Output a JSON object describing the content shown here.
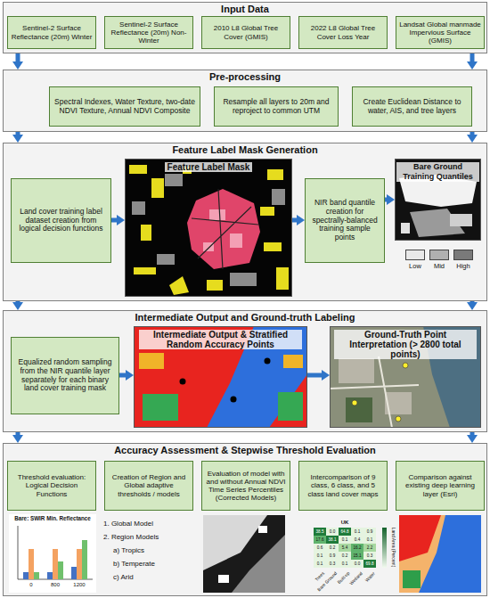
{
  "diagram": {
    "nodes": [
      {
        "text": [
          "Input Data"
        ]
      },
      {
        "text": [
          "Sentinel-2 Surface Reflectance (20m) Winter"
        ],
        "in": 0
      },
      {
        "text": [
          "Sentinel-2 Surface Reflectance (20m) Non-Winter"
        ],
        "in": 0
      },
      {
        "text": [
          "2010 L8 Global Tree Cover (GMIS)"
        ],
        "in": 0
      },
      {
        "text": [
          "2022 L8 Global Tree Cover Loss Year"
        ],
        "in": 0
      },
      {
        "text": [
          "Landsat Global manmade Impervious Surface (GMIS)"
        ],
        "in": 0
      },
      {
        "text": [
          "Pre-processing"
        ]
      },
      {
        "text": [
          "Spectral Indexes, Water Texture, two-date NDVI Texture, Annual NDVI Composite"
        ],
        "in": 6
      },
      {
        "text": [
          "Resample all layers to 20m and reproject to common UTM"
        ],
        "in": 6
      },
      {
        "text": [
          "Create Euclidean Distance to water, AIS, and tree layers"
        ],
        "in": 6
      },
      {
        "text": [
          "Feature Label Mask Generation"
        ]
      },
      {
        "text": [
          "Land cover training label dataset creation from logical decision functions"
        ],
        "in": 10
      },
      {
        "text": [
          "Feature Label Mask"
        ],
        "in": 10
      },
      {
        "text": [
          "NIR band quantile creation for spectrally-balanced training sample points"
        ],
        "in": 10
      },
      {
        "text": [
          "Bare Ground Training Quantiles"
        ],
        "in": 10
      },
      {
        "text": [
          "Intermediate Output and Ground-truth Labeling"
        ]
      },
      {
        "text": [
          "Equalized random sampling from the NIR quantile layer separately for each binary land cover training mask"
        ],
        "in": 15
      },
      {
        "text": [
          "Intermediate Output & Stratified Random Accuracy Points"
        ],
        "in": 15
      },
      {
        "text": [
          "Ground-Truth Point Interpretation (> 2800 total points)"
        ],
        "in": 15
      },
      {
        "text": [
          "Accuracy Assessment & Stepwise Threshold Evaluation"
        ]
      },
      {
        "text": [
          "Threshold evaluation: Logical Decision Functions"
        ],
        "in": 19
      },
      {
        "text": [
          "Creation of Region and Global adaptive thresholds / models"
        ],
        "in": 19
      },
      {
        "text": [
          "Evaluation of model with and without Annual NDVI Time Series Percentiles (Corrected Models)"
        ],
        "in": 19
      },
      {
        "text": [
          "Intercomparison of 9 class, 6 class, and 5 class land cover maps"
        ],
        "in": 19
      },
      {
        "text": [
          "Comparison against existing deep learning layer (Esri)"
        ],
        "in": 19
      }
    ],
    "edges": [
      {
        "from": 0,
        "to": 6,
        "arrow": "to"
      },
      {
        "from": 0,
        "to": 6,
        "arrow": "to"
      },
      {
        "from": 6,
        "to": 10,
        "arrow": "to"
      },
      {
        "from": 6,
        "to": 10,
        "arrow": "to"
      },
      {
        "from": 10,
        "to": 15,
        "arrow": "to"
      },
      {
        "from": 10,
        "to": 15,
        "arrow": "to"
      },
      {
        "from": 15,
        "to": 19,
        "arrow": "to"
      },
      {
        "from": 15,
        "to": 19,
        "arrow": "to"
      },
      {
        "from": 11,
        "to": 12,
        "arrow": "to"
      },
      {
        "from": 12,
        "to": 13,
        "arrow": "to"
      },
      {
        "from": 13,
        "to": 14,
        "arrow": "to"
      },
      {
        "from": 16,
        "to": 17,
        "arrow": "to"
      },
      {
        "from": 17,
        "to": 18,
        "arrow": "to"
      }
    ],
    "labels": [
      "Bare: SWIR Min. Reflectance",
      "0",
      "800",
      "1200",
      "1. Global Model",
      "2. Region Models",
      "a) Tropics",
      "b) Temperate",
      "c) Arid",
      "UK",
      "38.5",
      "0.0",
      "64.8",
      "0.1",
      "0.9",
      "17.6",
      "38.1",
      "0.1",
      "0.4",
      "0.1",
      "0.6",
      "0.2",
      "5.4",
      "16.2",
      "2.2",
      "0.1",
      "0.9",
      "0.2",
      "15.1",
      "0.3",
      "0.1",
      "0.3",
      "0.1",
      "0.0",
      "69.8",
      "Trees",
      "Bare Ground",
      "Built-up",
      "Wetland",
      "Water",
      "Land Area (Percent)"
    ],
    "legend": [
      {
        "text": "Low",
        "color": "#e8e8e8"
      },
      {
        "text": "Mid",
        "color": "#b0b0b0"
      },
      {
        "text": "High",
        "color": "#7a7a7a"
      }
    ]
  }
}
